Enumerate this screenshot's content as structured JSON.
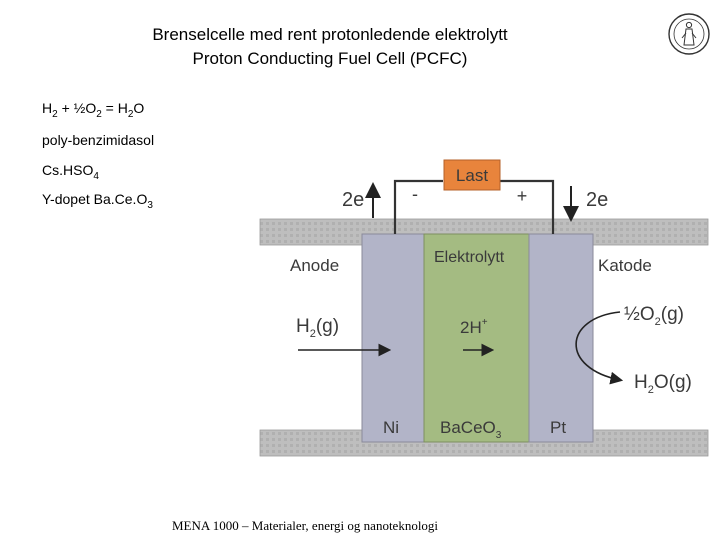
{
  "title": {
    "line1": "Brenselcelle med rent protonledende elektrolytt",
    "line2": "Proton Conducting Fuel Cell (PCFC)"
  },
  "labels": {
    "reaction": {
      "p1": "H",
      "s1": "2",
      "p2": " + ½O",
      "s2": "2",
      "p3": " = H",
      "s3": "2",
      "p4": "O"
    },
    "polymer": "poly-benzimidasol",
    "cshso4": {
      "p1": "Cs.HSO",
      "s1": "4"
    },
    "bacezro": {
      "p1": "Y-dopet Ba.Ce.O",
      "s1": "3"
    }
  },
  "diagram": {
    "load_label": "Last",
    "minus": "-",
    "plus": "+",
    "left_electrons": "2e",
    "right_electrons": "2e",
    "anode": "Anode",
    "electrolyte": "Elektrolytt",
    "cathode": "Katode",
    "h2": {
      "main": "H",
      "sub": "2",
      "tail": "(g)"
    },
    "proton": {
      "main": "2H",
      "sup": "+"
    },
    "o2": {
      "pre": "½O",
      "sub": "2",
      "tail": "(g)"
    },
    "h2o": {
      "pre": "H",
      "sub": "2",
      "tail": "O(g)"
    },
    "ni": "Ni",
    "baceo3": {
      "main": "BaCeO",
      "sub": "3"
    },
    "pt": "Pt"
  },
  "colors": {
    "load": "#e8843c",
    "electrolyte": "#a4bb82",
    "electrode": "#b2b4c8",
    "plate": "#bebebe"
  },
  "footer": "MENA 1000 – Materialer, energi og nanoteknologi"
}
